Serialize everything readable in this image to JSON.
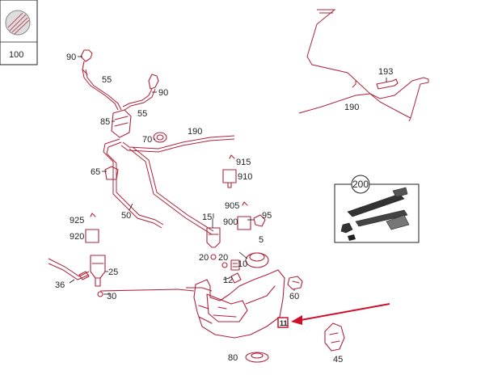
{
  "labels": {
    "l100": "100",
    "l90a": "90",
    "l55a": "55",
    "l90b": "90",
    "l85": "85",
    "l55b": "55",
    "l70": "70",
    "l190a": "190",
    "l193": "193",
    "l190b": "190",
    "l915": "915",
    "l910": "910",
    "l65": "65",
    "l50": "50",
    "l200": "200",
    "l925": "925",
    "l920": "920",
    "l905": "905",
    "l900": "900",
    "l95": "95",
    "l15": "15",
    "l5": "5",
    "l20a": "20",
    "l20b": "20",
    "l10": "10",
    "l25": "25",
    "l12": "12",
    "l36": "36",
    "l30": "30",
    "l60": "60",
    "l11": "11",
    "l45": "45",
    "l80": "80"
  },
  "colors": {
    "part_line": "#b0223a",
    "highlight_arrow": "#d0102a",
    "label_text": "#222222"
  }
}
